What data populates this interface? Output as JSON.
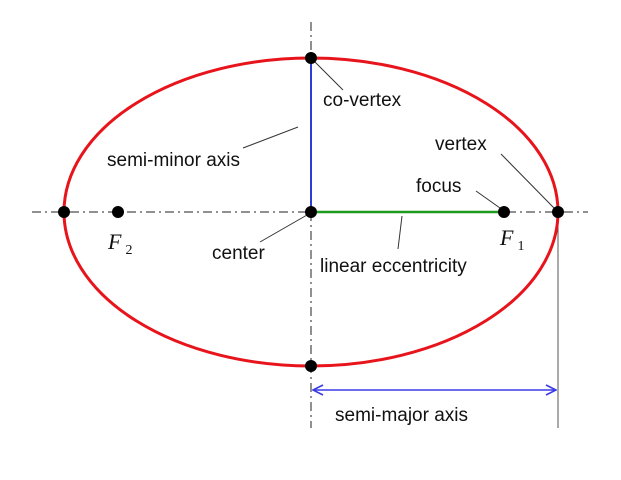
{
  "labels": {
    "co_vertex": "co-vertex",
    "semi_minor_axis": "semi-minor axis",
    "vertex": "vertex",
    "focus": "focus",
    "center": "center",
    "linear_eccentricity": "linear eccentricity",
    "semi_major_axis": "semi-major axis",
    "focus_1": {
      "base": "F",
      "sub": "1"
    },
    "focus_2": {
      "base": "F",
      "sub": "2"
    }
  },
  "colors": {
    "ellipse": "#e8141c",
    "semi_minor": "#2b3fd6",
    "linear_eccentricity": "#1e9a1e",
    "semi_major_arrow": "#3a3ae8",
    "points": "#000000",
    "axes": "#222222",
    "leaders": "#333333"
  }
}
